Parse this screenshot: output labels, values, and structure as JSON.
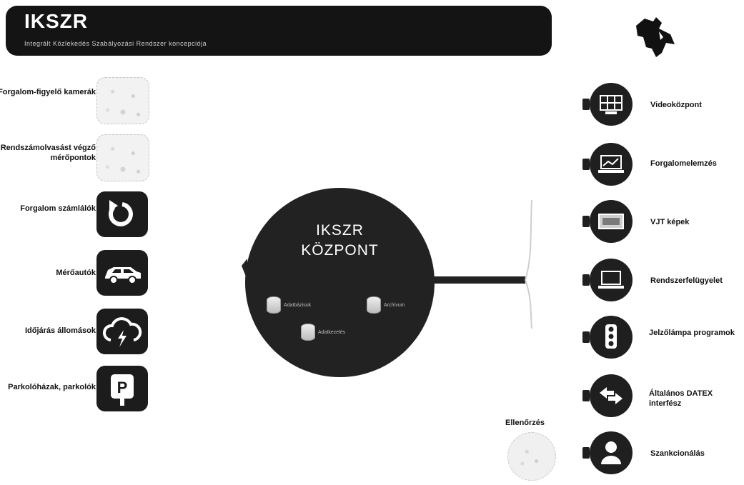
{
  "header": {
    "title": "IKSZR",
    "subtitle": "Integrált Közlekedés Szabályozási Rendszer koncepciója"
  },
  "sources": [
    {
      "label": "Forgalom-figyelő kamerák",
      "icon": "camera-icon"
    },
    {
      "label": "Rendszámolvasást végző mérőpontok",
      "icon": "plate-reader-icon"
    },
    {
      "label": "Forgalom számlálók",
      "icon": "counter-icon"
    },
    {
      "label": "Mérőautók",
      "icon": "car-icon"
    },
    {
      "label": "Időjárás állomások",
      "icon": "weather-icon"
    },
    {
      "label": "Parkolóházak, parkolók",
      "icon": "parking-icon"
    }
  ],
  "hub": {
    "title_line1": "IKSZR",
    "title_line2": "KÖZPONT",
    "databases": [
      "Adatbázisok",
      "Archívum",
      "Adatkezelés"
    ]
  },
  "outputs": [
    {
      "label": "Videoközpont",
      "icon": "video-wall-icon"
    },
    {
      "label": "Forgalomelemzés",
      "icon": "analysis-icon"
    },
    {
      "label": "VJT képek",
      "icon": "image-icon"
    },
    {
      "label": "Rendszerfelügyelet",
      "icon": "monitor-icon"
    },
    {
      "label": "Jelzőlámpa programok",
      "icon": "traffic-light-icon"
    },
    {
      "label": "Általános DATEX interfész",
      "icon": "exchange-arrows-icon"
    },
    {
      "label": "Szankcionálás",
      "icon": "person-icon"
    }
  ],
  "check": {
    "label": "Ellenőrzés",
    "icon": "check-icon"
  },
  "colors": {
    "dark": "#1f1f1f",
    "background": "#ffffff",
    "banner": "#141414"
  }
}
